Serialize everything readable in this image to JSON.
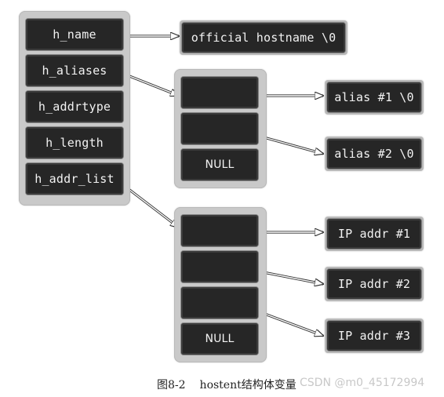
{
  "struct_fields": [
    "h_name",
    "h_aliases",
    "h_addrtype",
    "h_length",
    "h_addr_list"
  ],
  "official_hostname": "official hostname \\0",
  "aliases_array": [
    "",
    "",
    "NULL"
  ],
  "alias_strings": [
    "alias #1 \\0",
    "alias #2 \\0"
  ],
  "addr_list_array": [
    "",
    "",
    "",
    "NULL"
  ],
  "ip_addrs": [
    "IP addr #1",
    "IP addr #2",
    "IP addr #3"
  ],
  "caption": {
    "label": "图8-2",
    "title": "hostent结构体变量"
  },
  "watermark": "CSDN @m0_45172994"
}
